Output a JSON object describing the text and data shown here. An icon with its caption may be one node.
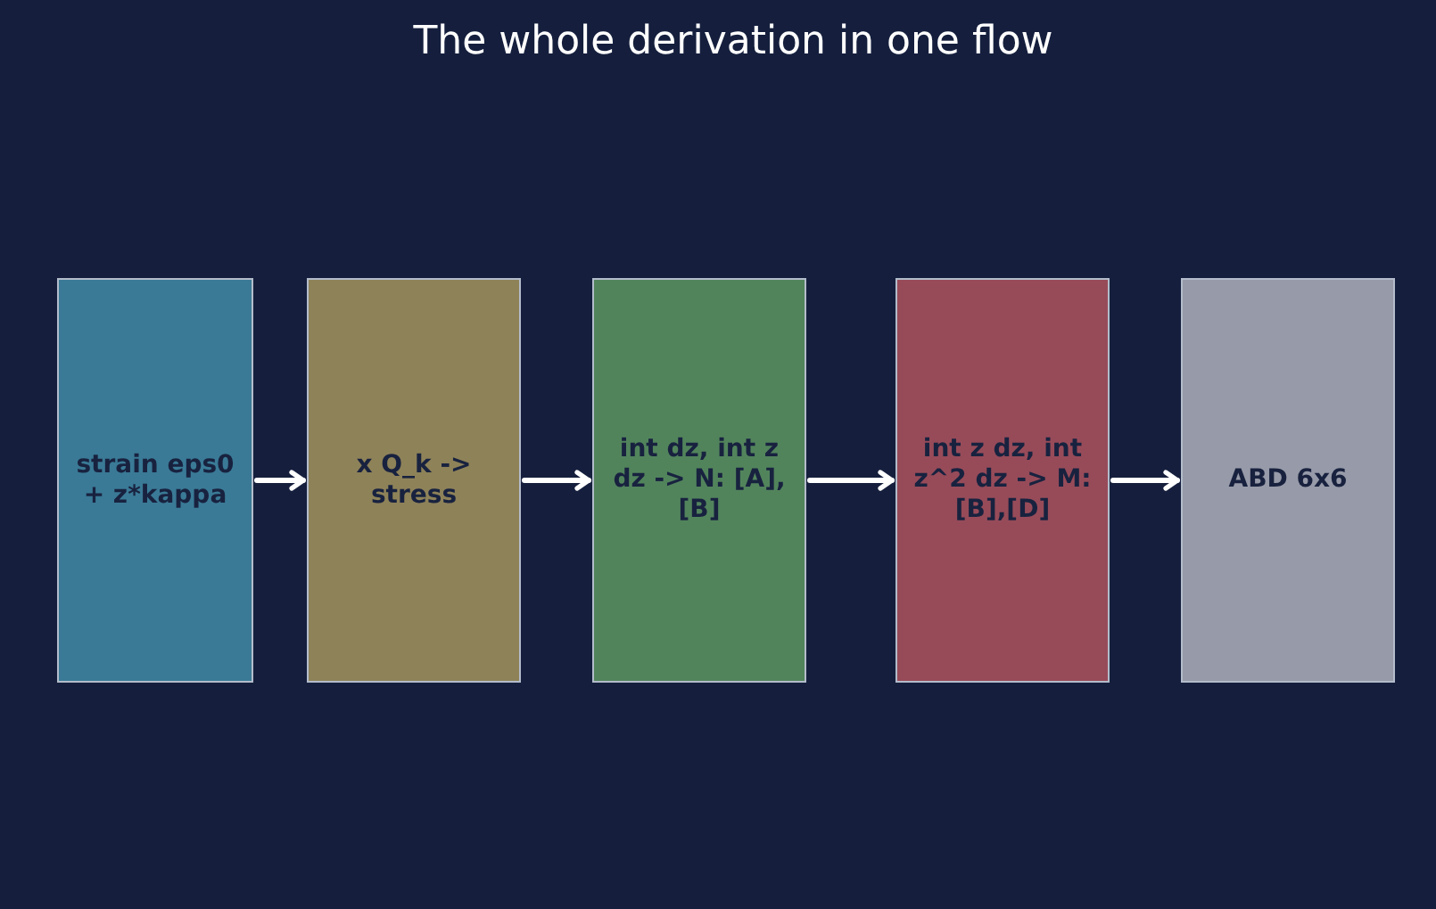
{
  "diagram": {
    "title": "The whole derivation in one flow",
    "nodes": [
      {
        "text": [
          "strain eps0 + z*kappa"
        ]
      },
      {
        "text": [
          "x Q_k -> stress"
        ]
      },
      {
        "text": [
          "int dz, int z dz -> N: [A],[B]"
        ]
      },
      {
        "text": [
          "int z dz, int z^2 dz -> M: [B],[D]"
        ]
      },
      {
        "text": [
          "ABD 6x6"
        ]
      }
    ],
    "edges": [
      {
        "from": 0,
        "to": 1,
        "arrow": "to"
      },
      {
        "from": 1,
        "to": 2,
        "arrow": "to"
      },
      {
        "from": 2,
        "to": 3,
        "arrow": "to"
      },
      {
        "from": 3,
        "to": 4,
        "arrow": "to"
      }
    ]
  }
}
